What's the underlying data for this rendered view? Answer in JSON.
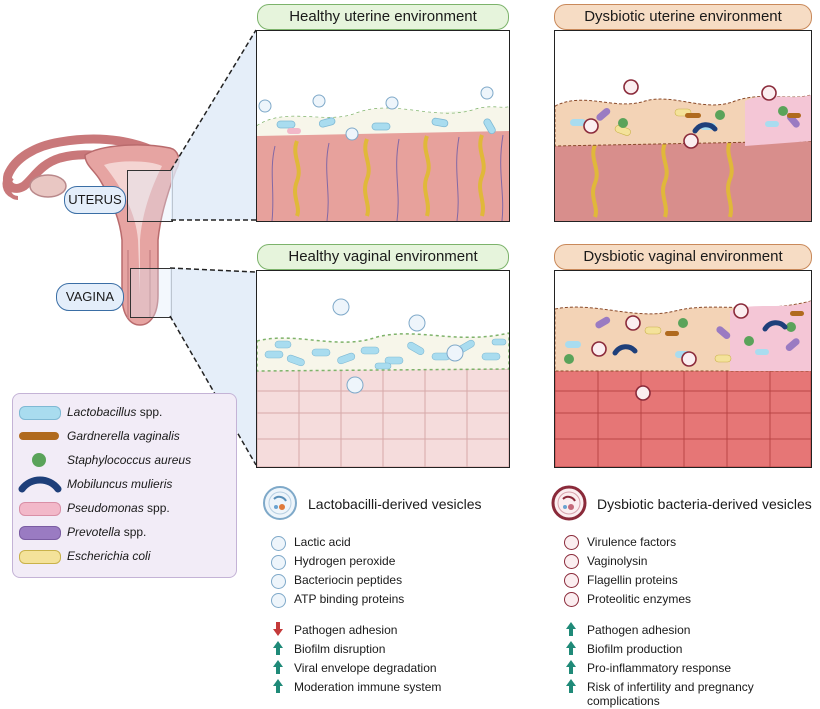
{
  "titles": {
    "healthy_uterine": "Healthy uterine environment",
    "dysbiotic_uterine": "Dysbiotic uterine environment",
    "healthy_vaginal": "Healthy vaginal environment",
    "dysbiotic_vaginal": "Dysbiotic vaginal environment"
  },
  "organ_labels": {
    "uterus": "UTERUS",
    "vagina": "VAGINA"
  },
  "legend": [
    {
      "name": "Lactobacillus",
      "suffix": " spp.",
      "color": "#a9dcef"
    },
    {
      "name": "Gardnerella vaginalis",
      "suffix": "",
      "color": "#b06a1e"
    },
    {
      "name": "Staphylococcus aureus",
      "suffix": "",
      "color": "#5aa35a"
    },
    {
      "name": "Mobiluncus mulieris",
      "suffix": "",
      "color": "#1e3f7a"
    },
    {
      "name": "Pseudomonas",
      "suffix": " spp.",
      "color": "#f2b8c9"
    },
    {
      "name": "Prevotella",
      "suffix": " spp.",
      "color": "#9a7bc2"
    },
    {
      "name": "Escherichia coli",
      "suffix": "",
      "color": "#f4e29a"
    }
  ],
  "healthy_vesicles": {
    "title": "Lactobacilli-derived vesicles",
    "contents": [
      "Lactic acid",
      "Hydrogen peroxide",
      "Bacteriocin peptides",
      "ATP binding proteins"
    ],
    "effects": [
      {
        "direction": "down",
        "text": "Pathogen adhesion"
      },
      {
        "direction": "up",
        "text": "Biofilm disruption"
      },
      {
        "direction": "up",
        "text": "Viral envelope degradation"
      },
      {
        "direction": "up",
        "text": "Moderation immune system"
      }
    ]
  },
  "dysbiotic_vesicles": {
    "title": "Dysbiotic bacteria-derived vesicles",
    "contents": [
      "Virulence factors",
      "Vaginolysin",
      "Flagellin proteins",
      "Proteolitic enzymes"
    ],
    "effects": [
      {
        "direction": "up",
        "text": "Pathogen adhesion"
      },
      {
        "direction": "up",
        "text": "Biofilm production"
      },
      {
        "direction": "up",
        "text": "Pro-inflammatory response"
      },
      {
        "direction": "up",
        "text": "Risk of infertility and pregnancy"
      },
      {
        "direction": "none",
        "text": "complications"
      }
    ]
  },
  "colors": {
    "arrow_up": "#1f8a78",
    "arrow_down": "#c43a3a",
    "healthy_title_bg": "#e6f4dc",
    "dysbiotic_title_bg": "#f6dcc4"
  }
}
